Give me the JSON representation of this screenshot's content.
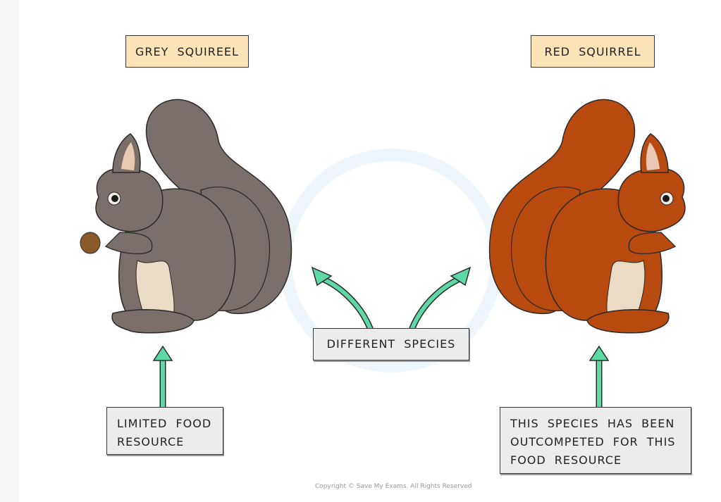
{
  "labels": {
    "grey_squirrel": "GREY SQUIREEL",
    "red_squirrel": "RED SQUIRREL",
    "different_species": "DIFFERENT SPECIES",
    "limited_food": "LIMITED FOOD RESOURCE",
    "outcompeted": "THIS SPECIES HAS BEEN OUTCOMPETED FOR THIS FOOD RESOURCE"
  },
  "copyright": "Copyright © Save My Exams. All Rights Reserved",
  "colors": {
    "arrow": "#5fd8a8",
    "grey_body": "#7a6f6a",
    "grey_tail": "#6b5f58",
    "red_body": "#b84a10",
    "red_tail": "#9a3a06",
    "title_bg": "#fde3b8",
    "note_bg": "#ececec"
  }
}
